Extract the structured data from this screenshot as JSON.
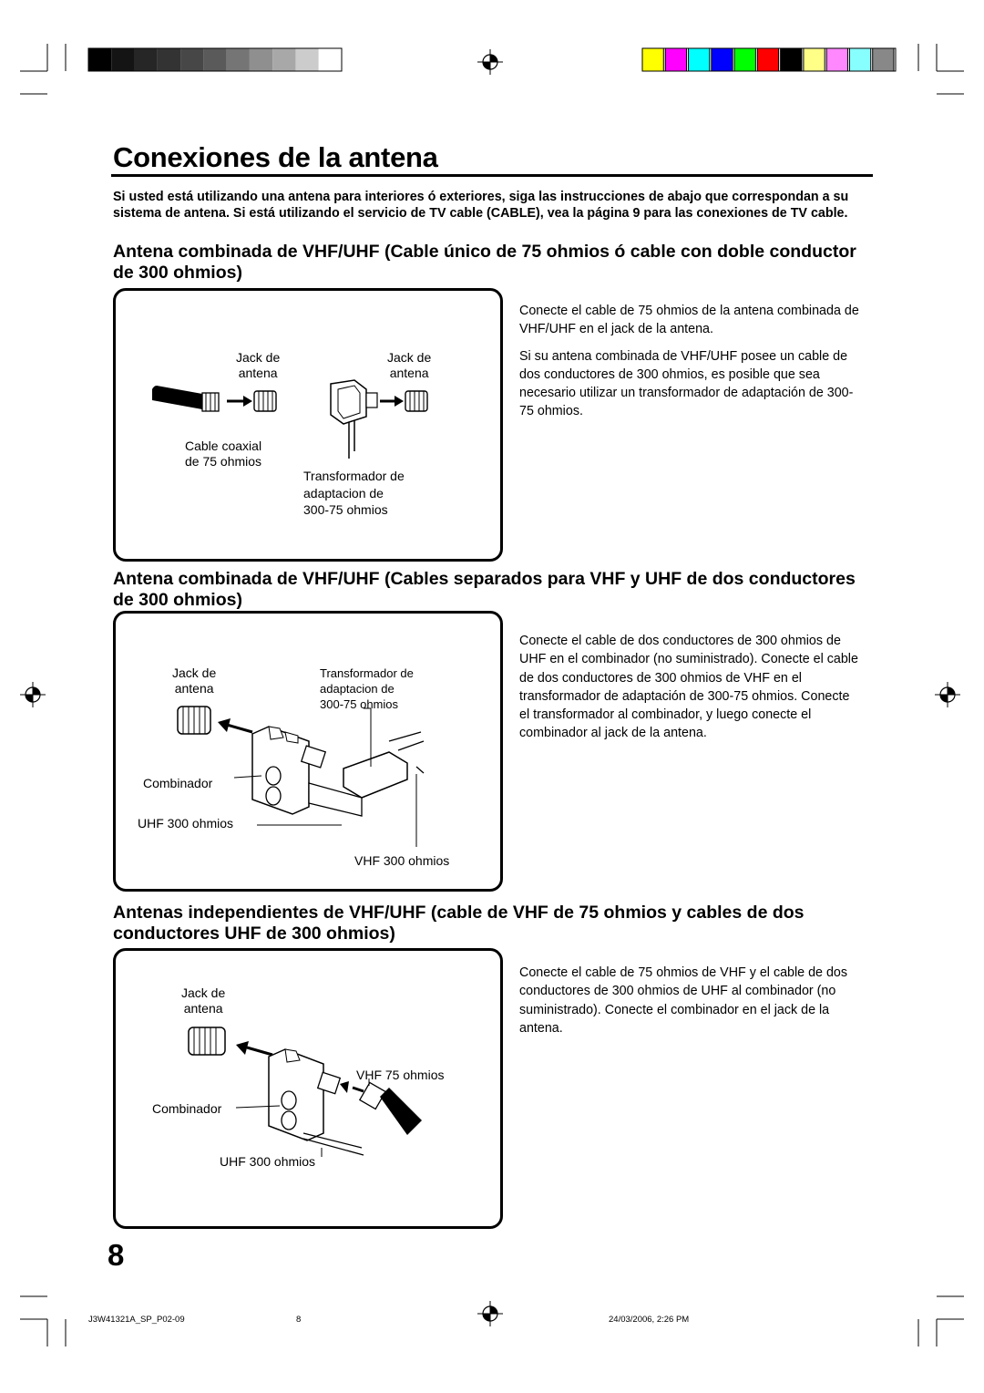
{
  "page": {
    "title": "Conexiones de la antena",
    "intro": "Si usted está utilizando una antena para interiores ó exteriores, siga las instrucciones de abajo que correspondan a su sistema de antena. Si está utilizando el servicio de TV cable (CABLE), vea la página 9 para las conexiones de TV cable.",
    "page_number": "8"
  },
  "sections": [
    {
      "heading": "Antena combinada de VHF/UHF (Cable único de 75 ohmios ó cable con doble conductor de 300 ohmios)",
      "paragraphs": [
        "Conecte el cable de 75 ohmios de la antena combinada de VHF/UHF en el jack de la antena.",
        "Si su antena combinada de VHF/UHF posee un cable de dos conductores de 300 ohmios, es posible que sea necesario utilizar un transformador de adaptación de 300-75 ohmios."
      ],
      "labels": {
        "jack_left": "Jack de\nantena",
        "jack_right": "Jack de\nantena",
        "coax": "Cable coaxial\nde 75 ohmios",
        "transformer": "Transformador de\nadaptacion de\n300-75 ohmios"
      }
    },
    {
      "heading": "Antena combinada de VHF/UHF (Cables separados para VHF y UHF de dos conductores de 300 ohmios)",
      "paragraphs": [
        "Conecte el cable de dos conductores de 300 ohmios de UHF en el combinador (no suministrado). Conecte el cable de dos conductores de 300 ohmios de VHF en el transformador de adaptación de 300-75 ohmios. Conecte el transformador al combinador, y luego conecte el combinador al jack de la antena."
      ],
      "labels": {
        "jack": "Jack de\nantena",
        "transformer": "Transformador de\nadaptacion de\n300-75 ohmios",
        "combiner": "Combinador",
        "uhf": "UHF 300 ohmios",
        "vhf": "VHF 300 ohmios"
      }
    },
    {
      "heading": "Antenas independientes de VHF/UHF (cable de VHF de 75 ohmios y cables de dos conductores UHF de 300 ohmios)",
      "paragraphs": [
        "Conecte el cable de 75 ohmios de VHF y el cable de dos conductores de 300 ohmios de UHF al combinador (no suministrado). Conecte el combinador en el jack de la antena."
      ],
      "labels": {
        "jack": "Jack de\nantena",
        "vhf": "VHF 75 ohmios",
        "combiner": "Combinador",
        "uhf": "UHF 300 ohmios"
      }
    }
  ],
  "footer": {
    "code": "J3W41321A_SP_P02-09",
    "page": "8",
    "date": "24/03/2006, 2:26 PM"
  },
  "print_marks": {
    "gray_bar": [
      "#000000",
      "#141414",
      "#262626",
      "#333333",
      "#474747",
      "#5a5a5a",
      "#757575",
      "#8f8f8f",
      "#a8a8a8",
      "#cccccc",
      "#ffffff"
    ],
    "color_bar": [
      "#ffff00",
      "#ff00ff",
      "#00ffff",
      "#0000ff",
      "#00ff00",
      "#ff0000",
      "#000000",
      "#ffff88",
      "#ff88ff",
      "#88ffff",
      "#888888"
    ]
  }
}
